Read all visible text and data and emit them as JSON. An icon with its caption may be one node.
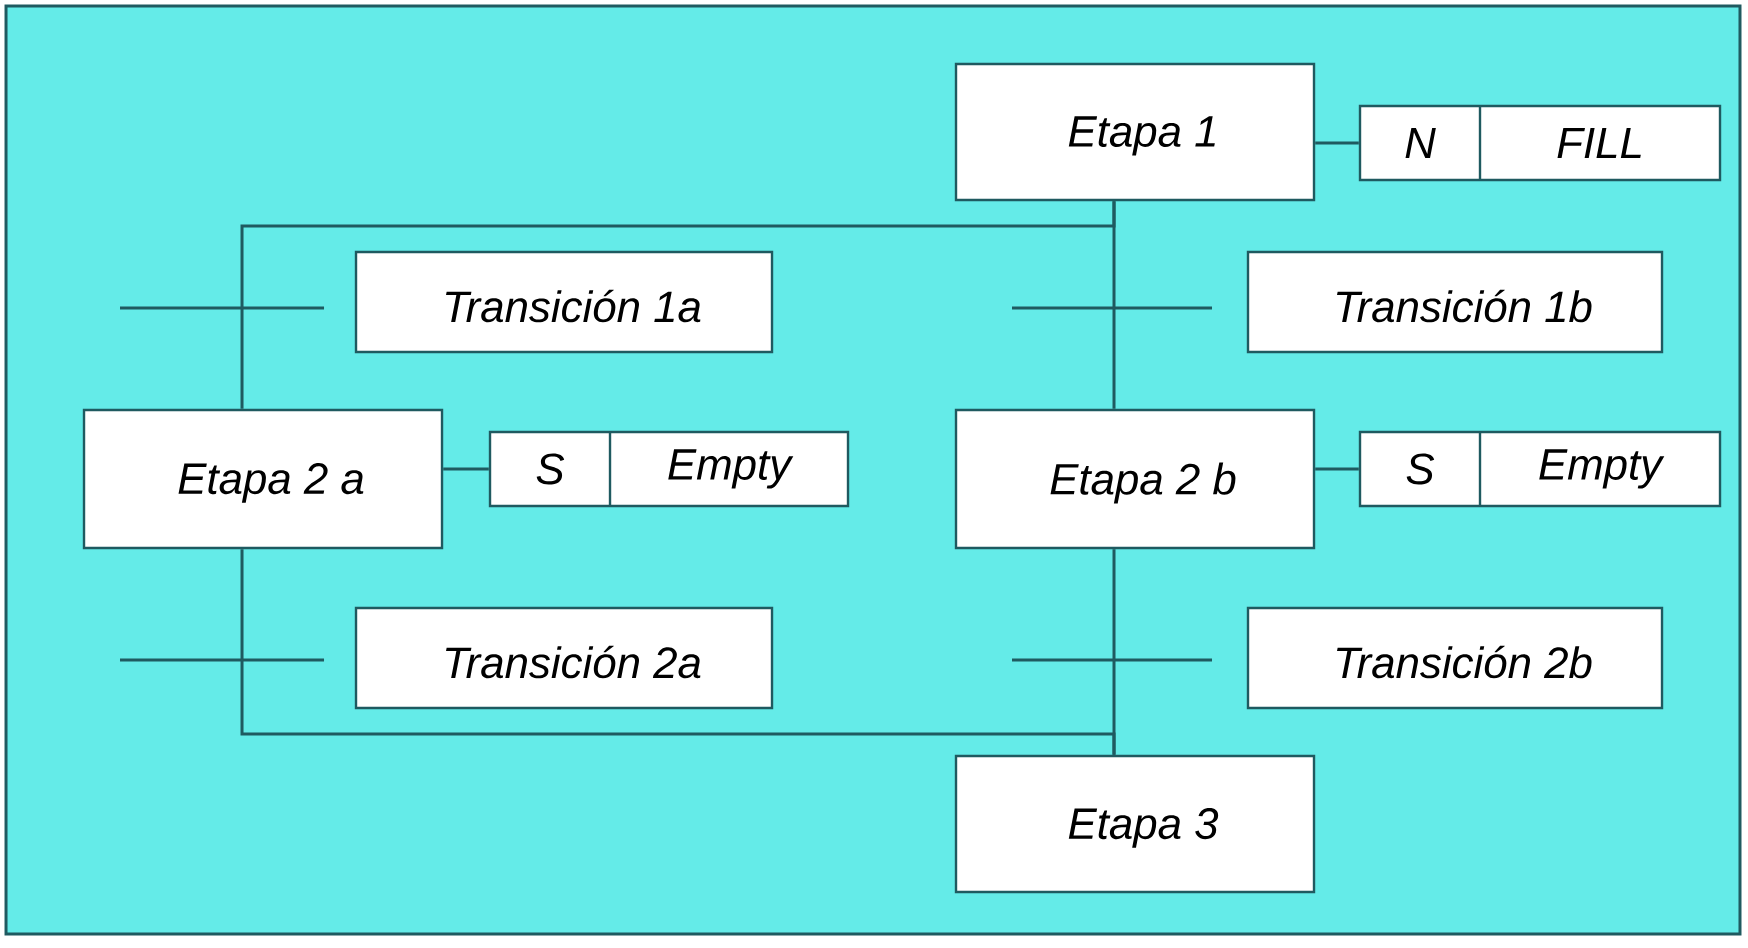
{
  "diagram": {
    "nodes": [
      {
        "text": [
          "Etapa 1"
        ]
      },
      {
        "text": [
          "N",
          "FILL"
        ]
      },
      {
        "text": [
          "Transición 1a"
        ]
      },
      {
        "text": [
          "Transición 1b"
        ]
      },
      {
        "text": [
          "Etapa 2 a"
        ]
      },
      {
        "text": [
          "S",
          "Empty"
        ]
      },
      {
        "text": [
          "Etapa 2 b"
        ]
      },
      {
        "text": [
          "S",
          "Empty"
        ]
      },
      {
        "text": [
          "Transición 2a"
        ]
      },
      {
        "text": [
          "Transición 2b"
        ]
      },
      {
        "text": [
          "Etapa 3"
        ]
      }
    ],
    "edges": [
      {
        "from": 0,
        "to": 1,
        "arrow": "none"
      },
      {
        "from": 0,
        "to": 4,
        "arrow": "none"
      },
      {
        "from": 0,
        "to": 6,
        "arrow": "none"
      },
      {
        "from": 4,
        "to": 5,
        "arrow": "none"
      },
      {
        "from": 6,
        "to": 7,
        "arrow": "none"
      },
      {
        "from": 4,
        "to": 10,
        "arrow": "none"
      },
      {
        "from": 6,
        "to": 10,
        "arrow": "none"
      }
    ]
  }
}
